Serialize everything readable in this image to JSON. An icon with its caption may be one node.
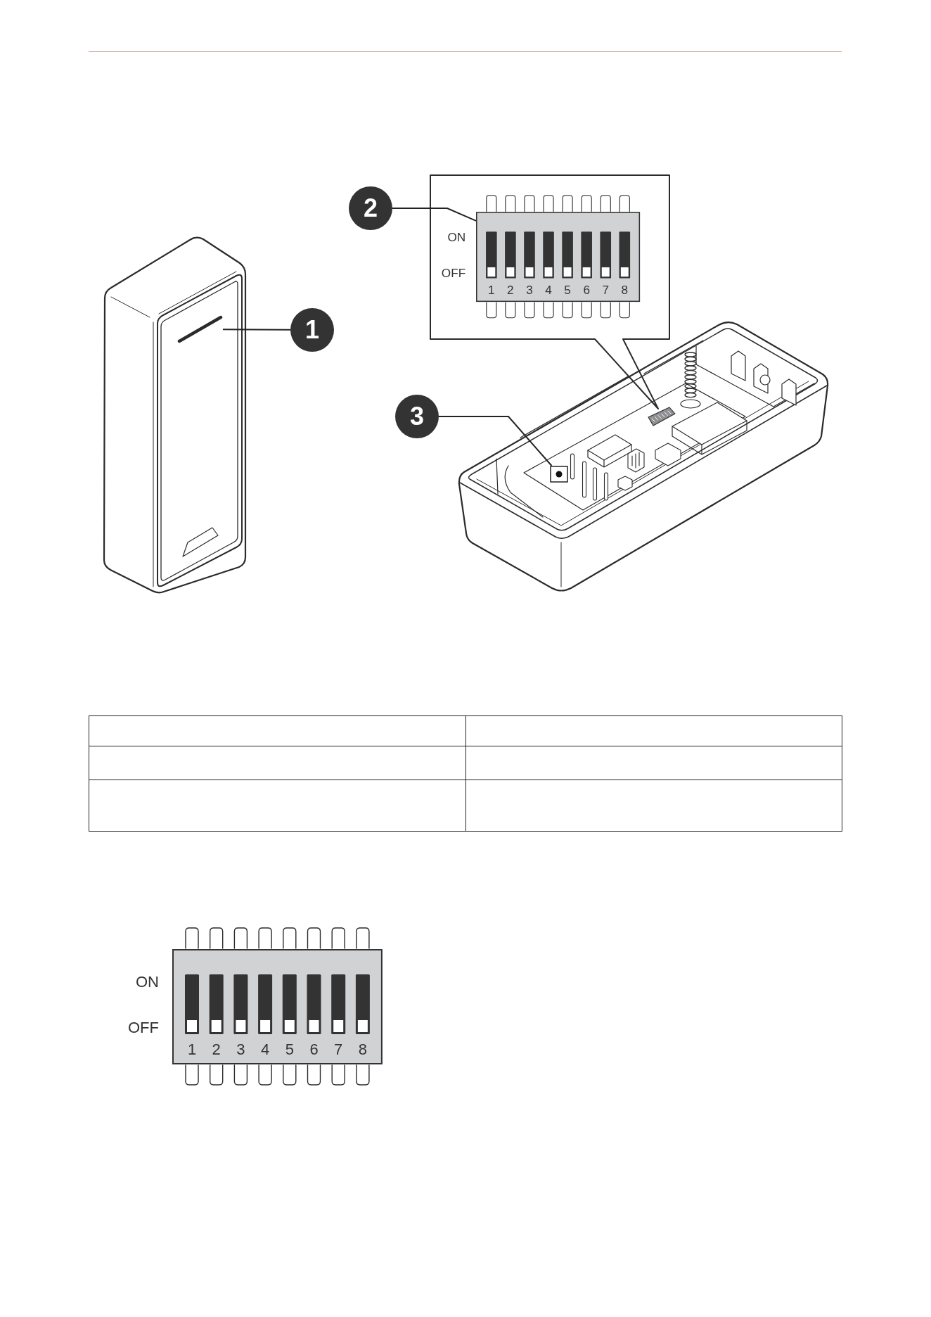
{
  "diagram": {
    "nodes": [
      {
        "text": [
          "1"
        ]
      },
      {
        "text": [],
        "shape": "bar"
      },
      {
        "text": [
          "2"
        ]
      },
      {
        "text": [
          "1",
          "2",
          "3",
          "4",
          "5",
          "6",
          "7",
          "8"
        ],
        "beside": [
          "ON",
          "OFF"
        ]
      },
      {
        "text": [
          "3"
        ]
      },
      {
        "text": [],
        "shape": "box"
      },
      {
        "text": [
          "1",
          "2",
          "3",
          "4",
          "5",
          "6",
          "7",
          "8"
        ],
        "beside": [
          "ON",
          "OFF"
        ]
      }
    ],
    "edges": [
      {
        "from": 0,
        "to": 1,
        "arrow": "none"
      },
      {
        "from": 2,
        "to": 3,
        "arrow": "none"
      },
      {
        "from": 4,
        "to": 5,
        "arrow": "none"
      }
    ]
  }
}
